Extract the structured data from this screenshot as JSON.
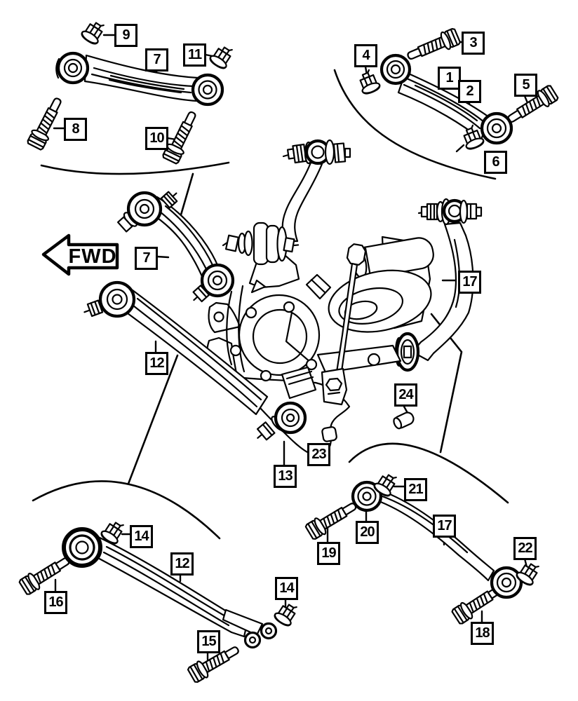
{
  "diagram": {
    "fwd_label": "FWD",
    "colors": {
      "line": "#000000",
      "background": "#ffffff"
    },
    "parts": [
      "upper-control-arm",
      "camber-link",
      "spring-link",
      "toe-link",
      "rear-knuckle",
      "shock-spring-bracket",
      "hex-flange-bolt",
      "hex-flange-nut",
      "bushing-sleeve"
    ],
    "callouts": [
      {
        "label": "9"
      },
      {
        "label": "7"
      },
      {
        "label": "11"
      },
      {
        "label": "8"
      },
      {
        "label": "10"
      },
      {
        "label": "4"
      },
      {
        "label": "3"
      },
      {
        "label": "1"
      },
      {
        "label": "2"
      },
      {
        "label": "5"
      },
      {
        "label": "6"
      },
      {
        "label": "7"
      },
      {
        "label": "17"
      },
      {
        "label": "12"
      },
      {
        "label": "24"
      },
      {
        "label": "23"
      },
      {
        "label": "13"
      },
      {
        "label": "14"
      },
      {
        "label": "12"
      },
      {
        "label": "16"
      },
      {
        "label": "15"
      },
      {
        "label": "14"
      },
      {
        "label": "21"
      },
      {
        "label": "20"
      },
      {
        "label": "19"
      },
      {
        "label": "17"
      },
      {
        "label": "22"
      },
      {
        "label": "18"
      }
    ]
  }
}
